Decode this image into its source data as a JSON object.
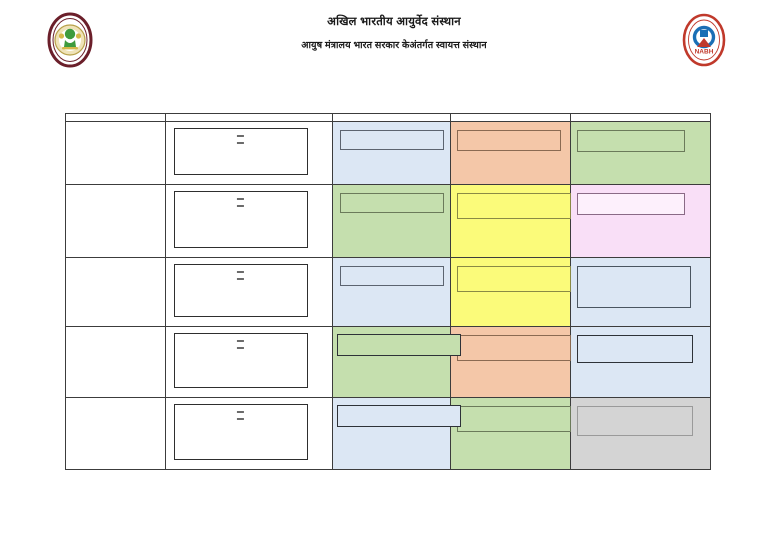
{
  "header": {
    "logo_left": {
      "name": "aiia-institute-emblem",
      "ring_color": "#6b1f2a",
      "inner_color": "#efe3b8",
      "figure_color": "#3e9b3e"
    },
    "logo_right": {
      "name": "nabh-accreditation-emblem",
      "ring_color": "#c0392b",
      "mark_color": "#1a6fb5",
      "label": "NABH"
    },
    "title_main": "अखिल भारतीय आयुर्वेद संस्थान",
    "title_sub": "आयुष मंत्रालय  भारत सरकार केअंतर्गत स्वायत्त संस्थान"
  },
  "table": {
    "column_headers": [
      "",
      "",
      "",
      "",
      ""
    ],
    "dash_mark": "–",
    "colors": {
      "light_blue": "#dce7f4",
      "green": "#c5dfae",
      "orange": "#f4c7a8",
      "yellow": "#fbfb7a",
      "pink": "#f9dff7",
      "grey": "#d4d4d4",
      "white": "#ffffff",
      "border": "#3c3c3c",
      "field_border": "#5c6470"
    },
    "rows": [
      {
        "cells": [
          {
            "fill": "white",
            "text": ""
          },
          {
            "fill": "white",
            "text": "",
            "marks": [
              "–",
              "–"
            ]
          },
          {
            "fill": "light_blue",
            "text": ""
          },
          {
            "fill": "orange",
            "text": ""
          },
          {
            "fill": "green",
            "text": ""
          }
        ]
      },
      {
        "cells": [
          {
            "fill": "white",
            "text": ""
          },
          {
            "fill": "white",
            "text": "",
            "marks": [
              "–",
              "–"
            ]
          },
          {
            "fill": "green",
            "text": ""
          },
          {
            "fill": "yellow",
            "text": ""
          },
          {
            "fill": "pink",
            "text": ""
          }
        ]
      },
      {
        "cells": [
          {
            "fill": "white",
            "text": ""
          },
          {
            "fill": "white",
            "text": "",
            "marks": [
              "–",
              "–"
            ]
          },
          {
            "fill": "light_blue",
            "text": ""
          },
          {
            "fill": "yellow",
            "text": ""
          },
          {
            "fill": "light_blue",
            "text": ""
          }
        ]
      },
      {
        "cells": [
          {
            "fill": "white",
            "text": ""
          },
          {
            "fill": "white",
            "text": "",
            "marks": [
              "–",
              "–"
            ]
          },
          {
            "fill": "green",
            "text": ""
          },
          {
            "fill": "orange",
            "text": ""
          },
          {
            "fill": "light_blue",
            "text": ""
          }
        ]
      },
      {
        "cells": [
          {
            "fill": "white",
            "text": ""
          },
          {
            "fill": "white",
            "text": "",
            "marks": [
              "–",
              "–"
            ]
          },
          {
            "fill": "light_blue",
            "text": ""
          },
          {
            "fill": "green",
            "text": ""
          },
          {
            "fill": "grey",
            "text": ""
          }
        ]
      }
    ]
  }
}
